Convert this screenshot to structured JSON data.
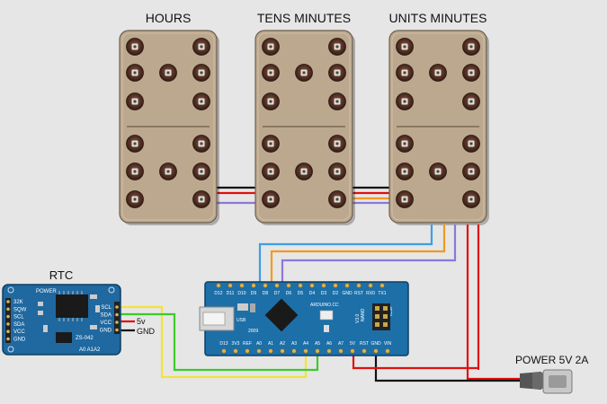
{
  "domino_labels": [
    "HOURS",
    "TENS MINUTES",
    "UNITS MINUTES"
  ],
  "rtc": {
    "title": "RTC",
    "power_label": "POWER",
    "left_pins": [
      "32K",
      "SQW",
      "SCL",
      "SDA",
      "VCC",
      "GND"
    ],
    "right_pins": [
      "SCL",
      "SDA",
      "VCC",
      "GND"
    ],
    "part_number": "ZS-042",
    "address_pins": "A0 A1A2"
  },
  "supply_labels": {
    "v5": "5v",
    "gnd": "GND"
  },
  "arduino": {
    "top_pins": [
      "D12",
      "D11",
      "D10",
      "D9",
      "D8",
      "D7",
      "D6",
      "D5",
      "D4",
      "D3",
      "D2",
      "GND",
      "RST",
      "RX0",
      "TX1"
    ],
    "bottom_pins": [
      "D13",
      "3V3",
      "REF",
      "A0",
      "A1",
      "A2",
      "A3",
      "A4",
      "A5",
      "A6",
      "A7",
      "5V",
      "RST",
      "GND",
      "VIN"
    ],
    "brand": "ARDUINO.CC",
    "model": "NANO",
    "version": "V3.0",
    "icsp": "ICSP",
    "usb": "USB",
    "year": "2009"
  },
  "power": {
    "label": "POWER 5V 2A"
  },
  "colors": {
    "background": "#e6e6e6",
    "domino_body": "#bca88e",
    "pcb_blue": "#1d6fa8",
    "wire_black": "#111111",
    "wire_red": "#e01010",
    "wire_purple": "#8c78d8",
    "wire_orange": "#f39a1e",
    "wire_blue": "#3d9fe0",
    "wire_green": "#3ccb2a",
    "wire_yellow": "#f3e33a"
  }
}
